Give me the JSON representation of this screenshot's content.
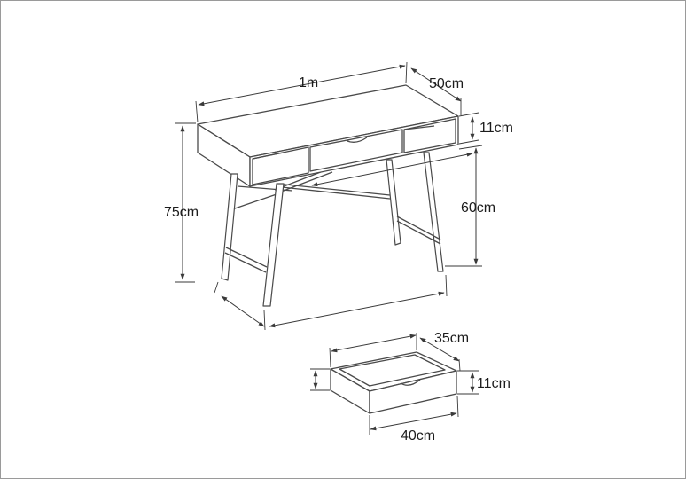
{
  "dimensions": {
    "desk_width": "1m",
    "desk_depth": "50cm",
    "shelf_height": "11cm",
    "desk_height": "75cm",
    "leg_height": "60cm",
    "drawer_depth": "35cm",
    "drawer_height": "11cm",
    "drawer_width": "40cm"
  }
}
